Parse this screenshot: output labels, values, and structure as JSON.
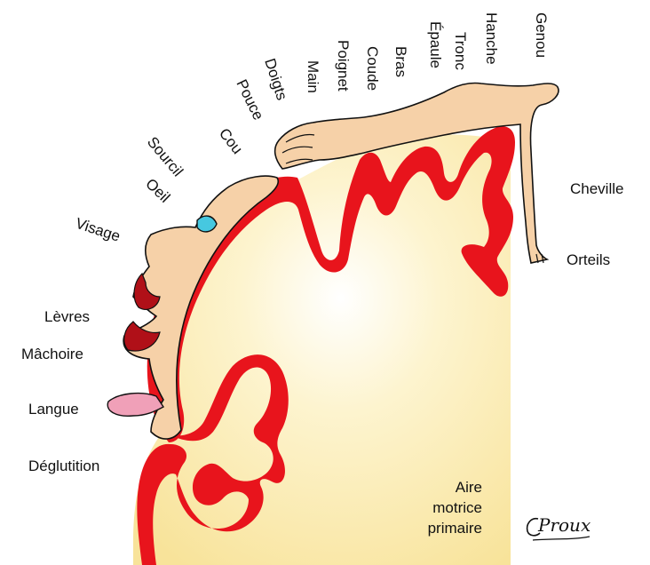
{
  "labels": {
    "genou": "Genou",
    "hanche": "Hanche",
    "tronc": "Tronc",
    "epaule": "Épaule",
    "bras": "Bras",
    "coude": "Coude",
    "poignet": "Poignet",
    "main": "Main",
    "doigts": "Doigts",
    "pouce": "Pouce",
    "cou": "Cou",
    "sourcil": "Sourcil",
    "oeil": "Oeil",
    "visage": "Visage",
    "levres": "Lèvres",
    "machoire": "Mâchoire",
    "langue": "Langue",
    "deglutition": "Déglutition",
    "cheville": "Cheville",
    "orteils": "Orteils"
  },
  "area_label": [
    "Aire",
    "motrice",
    "primaire"
  ],
  "signature": "C.Proux",
  "colors": {
    "cortex_red": "#e8141c",
    "brain_fill": "#fbeaa6",
    "skin": "#f6d1a8",
    "tongue": "#f0a0b8",
    "eye": "#46c8e0",
    "outline": "#111111"
  }
}
